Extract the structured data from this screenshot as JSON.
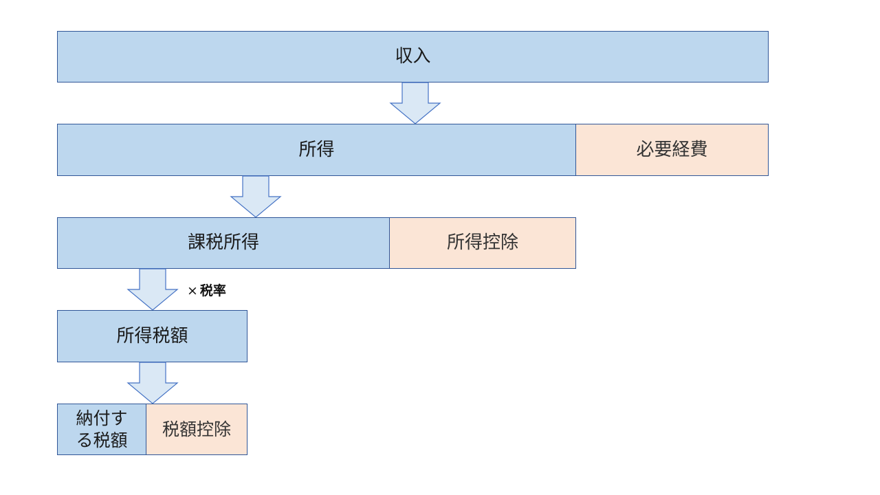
{
  "colors": {
    "primary_fill": "#bdd7ee",
    "deduction_fill": "#fbe5d6",
    "border": "#2f5597",
    "arrow_fill": "#dae8f5",
    "arrow_stroke": "#4472c4"
  },
  "nodes": {
    "income": "収入",
    "shotoku": "所得",
    "necessary_expenses": "必要経費",
    "taxable_income": "課税所得",
    "income_deduction": "所得控除",
    "income_tax_amount": "所得税額",
    "tax_payable_line1": "納付す",
    "tax_payable_line2": "る税額",
    "tax_credit": "税額控除"
  },
  "annotations": {
    "multiply_symbol": "×",
    "tax_rate": "税率"
  }
}
